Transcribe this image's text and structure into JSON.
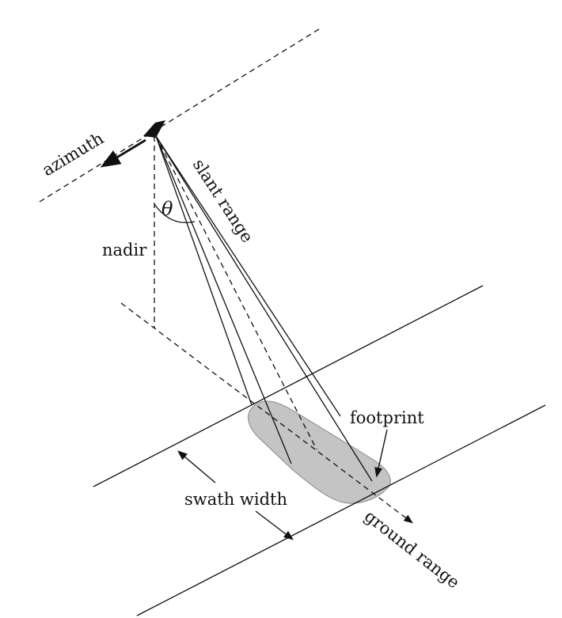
{
  "labels": {
    "azimuth": "azimuth",
    "slant_range": "slant range",
    "theta": "θ",
    "nadir": "nadir",
    "footprint": "footprint",
    "swath_width": "swath width",
    "ground_range": "ground range"
  },
  "colors": {
    "ink": "#111111",
    "footprint_fill": "#c4c4c4",
    "footprint_stroke": "#9a9a9a"
  }
}
